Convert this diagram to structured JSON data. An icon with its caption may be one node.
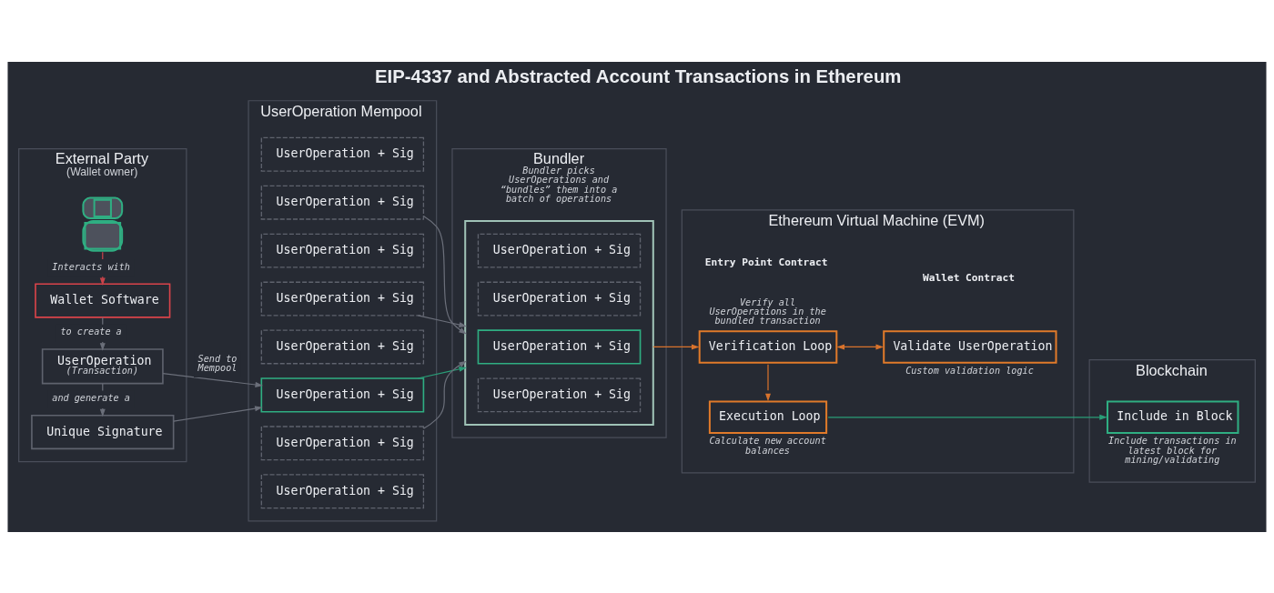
{
  "diagram": {
    "title": "EIP-4337 and Abstracted Account Transactions in Ethereum",
    "nodes": [
      {
        "text": [
          "External Party",
          "(Wallet owner)"
        ]
      },
      {
        "text": [],
        "shape": "person",
        "in": 0
      },
      {
        "text": [
          "Wallet Software"
        ],
        "in": 0
      },
      {
        "text": [
          "UserOperation",
          "(Transaction)"
        ],
        "in": 0
      },
      {
        "text": [
          "Unique Signature"
        ],
        "in": 0
      },
      {
        "text": [
          "UserOperation Mempool"
        ]
      },
      {
        "text": [
          "UserOperation + Sig"
        ],
        "in": 5
      },
      {
        "text": [
          "UserOperation + Sig"
        ],
        "in": 5
      },
      {
        "text": [
          "UserOperation + Sig"
        ],
        "in": 5
      },
      {
        "text": [
          "UserOperation + Sig"
        ],
        "in": 5
      },
      {
        "text": [
          "UserOperation + Sig"
        ],
        "in": 5
      },
      {
        "text": [
          "UserOperation + Sig"
        ],
        "in": 5
      },
      {
        "text": [
          "UserOperation + Sig"
        ],
        "in": 5
      },
      {
        "text": [
          "UserOperation + Sig"
        ],
        "in": 5
      },
      {
        "text": [
          "Bundler",
          "Bundler picks UserOperations and “bundles” them into a batch of operations"
        ]
      },
      {
        "text": [],
        "shape": "box",
        "in": 14
      },
      {
        "text": [
          "UserOperation + Sig"
        ],
        "in": 15
      },
      {
        "text": [
          "UserOperation + Sig"
        ],
        "in": 15
      },
      {
        "text": [
          "UserOperation + Sig"
        ],
        "in": 15
      },
      {
        "text": [
          "UserOperation + Sig"
        ],
        "in": 15
      },
      {
        "text": [
          "Ethereum Virtual Machine (EVM)"
        ]
      },
      {
        "text": [
          "Verification Loop"
        ],
        "in": 20,
        "beside": [
          "Verify all UserOperations in the bundled transaction"
        ]
      },
      {
        "text": [
          "Validate UserOperation"
        ],
        "in": 20,
        "beside": [
          "Custom validation logic"
        ]
      },
      {
        "text": [
          "Execution Loop"
        ],
        "in": 20,
        "beside": [
          "Calculate new account balances"
        ]
      },
      {
        "text": [
          "Blockchain"
        ]
      },
      {
        "text": [
          "Include in Block"
        ],
        "in": 24,
        "beside": [
          "Include transactions in latest block for mining/validating"
        ]
      }
    ],
    "edges": [
      {
        "from": 1,
        "to": 2,
        "arrow": "to",
        "label": "Interacts with",
        "color": "#c9444b"
      },
      {
        "from": 2,
        "to": 3,
        "arrow": "to",
        "label": "to create a"
      },
      {
        "from": 3,
        "to": 4,
        "arrow": "to",
        "label": "and generate a"
      },
      {
        "from": 3,
        "to": 11,
        "arrow": "to",
        "label": "Send to Mempool"
      },
      {
        "from": 4,
        "to": 11,
        "arrow": "to"
      },
      {
        "from": 7,
        "to": 15,
        "arrow": "to"
      },
      {
        "from": 9,
        "to": 15,
        "arrow": "to"
      },
      {
        "from": 11,
        "to": 15,
        "arrow": "to",
        "color": "#2a9e78"
      },
      {
        "from": 12,
        "to": 15,
        "arrow": "to"
      },
      {
        "from": 15,
        "to": 21,
        "arrow": "to",
        "color": "#d9732c"
      },
      {
        "from": 21,
        "to": 22,
        "arrow": "both",
        "color": "#d9732c"
      },
      {
        "from": 21,
        "to": 23,
        "arrow": "to",
        "color": "#d9732c"
      },
      {
        "from": 23,
        "to": 25,
        "arrow": "to",
        "color": "#2a9e78"
      }
    ],
    "labels": [
      "Entry Point Contract",
      "Wallet Contract"
    ]
  }
}
